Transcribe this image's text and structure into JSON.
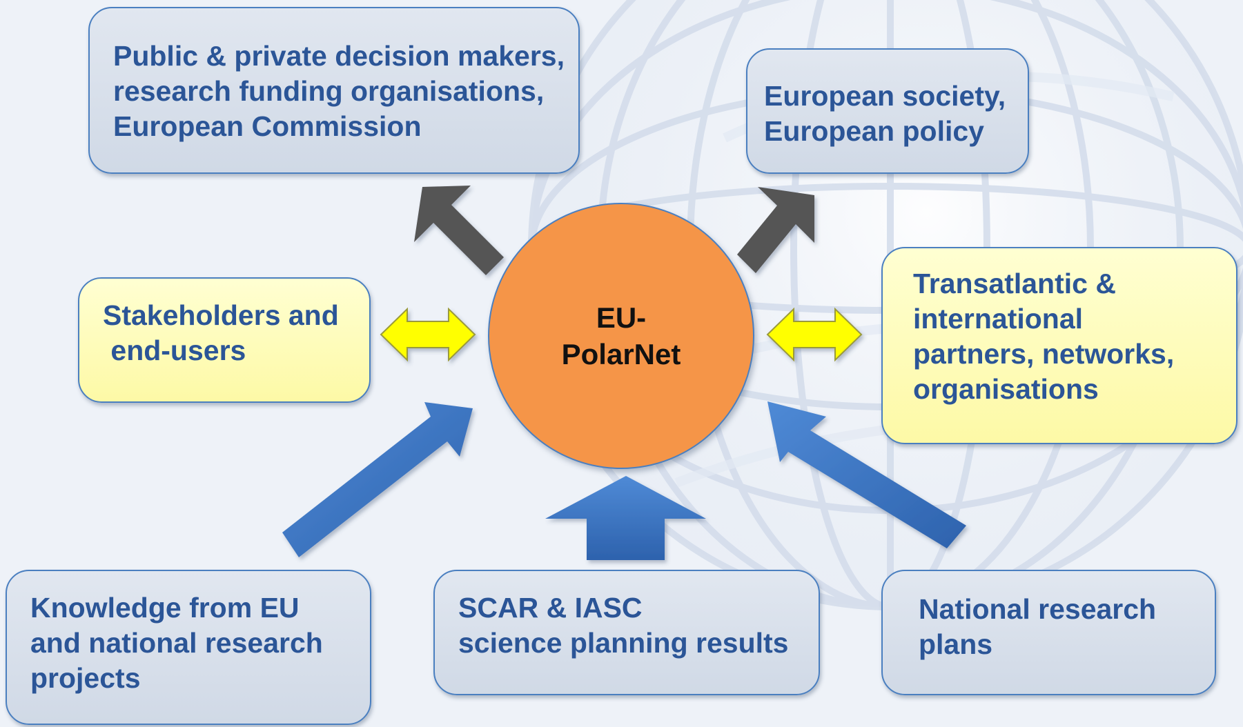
{
  "center": {
    "lines": [
      "EU-",
      "PolarNet"
    ]
  },
  "boxes": {
    "decision_makers": {
      "lines": [
        "Public & private decision makers,",
        "research funding organisations,",
        "European Commission"
      ]
    },
    "european_society": {
      "lines": [
        "European society,",
        "European policy"
      ]
    },
    "stakeholders": {
      "lines": [
        "Stakeholders and",
        " end-users"
      ]
    },
    "transatlantic": {
      "lines": [
        "Transatlantic &",
        "international",
        "partners, networks,",
        "organisations"
      ]
    },
    "knowledge": {
      "lines": [
        "Knowledge from EU",
        "and national research",
        "projects"
      ]
    },
    "scar_iasc": {
      "lines": [
        "SCAR & IASC",
        "science planning results"
      ]
    },
    "national_plans": {
      "lines": [
        "National research",
        "plans"
      ]
    }
  },
  "colors": {
    "background": "#eef2f8",
    "box_text": "#2b5597",
    "box_border": "#4a7fc0",
    "grey_box": "#d8dfea",
    "yellow_box": "#fffbb8",
    "circle_fill": "#f59548",
    "outgoing_arrow": "#555555",
    "bidirectional_arrow": "#ffff00",
    "incoming_arrow": "#3f79c8"
  }
}
